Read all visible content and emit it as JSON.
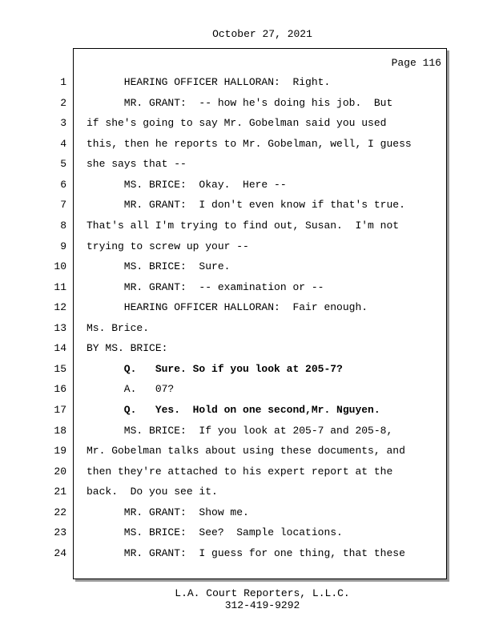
{
  "header": {
    "date": "October 27, 2021"
  },
  "page": {
    "label": "Page 116"
  },
  "lines": [
    {
      "n": "1",
      "text": "      HEARING OFFICER HALLORAN:  Right.",
      "bold": false
    },
    {
      "n": "2",
      "text": "      MR. GRANT:  -- how he's doing his job.  But",
      "bold": false
    },
    {
      "n": "3",
      "text": "if she's going to say Mr. Gobelman said you used",
      "bold": false
    },
    {
      "n": "4",
      "text": "this, then he reports to Mr. Gobelman, well, I guess",
      "bold": false
    },
    {
      "n": "5",
      "text": "she says that --",
      "bold": false
    },
    {
      "n": "6",
      "text": "      MS. BRICE:  Okay.  Here --",
      "bold": false
    },
    {
      "n": "7",
      "text": "      MR. GRANT:  I don't even know if that's true.",
      "bold": false
    },
    {
      "n": "8",
      "text": "That's all I'm trying to find out, Susan.  I'm not",
      "bold": false
    },
    {
      "n": "9",
      "text": "trying to screw up your --",
      "bold": false
    },
    {
      "n": "10",
      "text": "      MS. BRICE:  Sure.",
      "bold": false
    },
    {
      "n": "11",
      "text": "      MR. GRANT:  -- examination or --",
      "bold": false
    },
    {
      "n": "12",
      "text": "      HEARING OFFICER HALLORAN:  Fair enough.",
      "bold": false
    },
    {
      "n": "13",
      "text": "Ms. Brice.",
      "bold": false
    },
    {
      "n": "14",
      "text": "BY MS. BRICE:",
      "bold": false
    },
    {
      "n": "15",
      "text": "      Q.   Sure. So if you look at 205-7?",
      "bold": true
    },
    {
      "n": "16",
      "text": "      A.   07?",
      "bold": false
    },
    {
      "n": "17",
      "text": "      Q.   Yes.  Hold on one second,Mr. Nguyen.",
      "bold": true
    },
    {
      "n": "18",
      "text": "      MS. BRICE:  If you look at 205-7 and 205-8,",
      "bold": false
    },
    {
      "n": "19",
      "text": "Mr. Gobelman talks about using these documents, and",
      "bold": false
    },
    {
      "n": "20",
      "text": "then they're attached to his expert report at the",
      "bold": false
    },
    {
      "n": "21",
      "text": "back.  Do you see it.",
      "bold": false
    },
    {
      "n": "22",
      "text": "      MR. GRANT:  Show me.",
      "bold": false
    },
    {
      "n": "23",
      "text": "      MS. BRICE:  See?  Sample locations.",
      "bold": false
    },
    {
      "n": "24",
      "text": "      MR. GRANT:  I guess for one thing, that these",
      "bold": false
    }
  ],
  "footer": {
    "company": "L.A. Court Reporters, L.L.C.",
    "phone": "312-419-9292"
  }
}
